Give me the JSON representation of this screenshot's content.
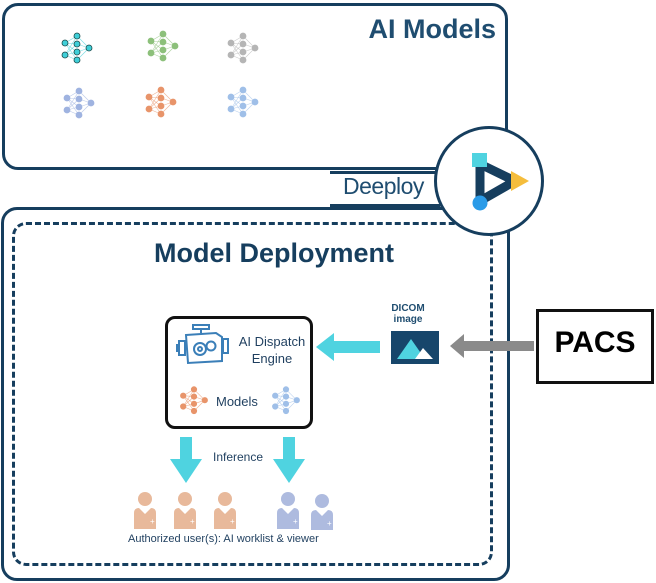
{
  "ai_models": {
    "title": "AI Models",
    "model_icons": [
      {
        "icon": "neural-network-icon",
        "color": "#3ecfd8"
      },
      {
        "icon": "neural-network-icon",
        "color": "#8cc07a"
      },
      {
        "icon": "neural-network-icon",
        "color": "#b5b5b5"
      },
      {
        "icon": "neural-network-icon",
        "color": "#9fb3e0"
      },
      {
        "icon": "neural-network-icon",
        "color": "#e8946a"
      },
      {
        "icon": "neural-network-icon",
        "color": "#9fbfe8"
      }
    ]
  },
  "deeploy": {
    "label": "Deeploy",
    "logo_icon": "deeploy-play-logo-icon",
    "logo_colors": {
      "frame": "#163e5e",
      "square": "#4fd3e0",
      "dot": "#2a9be8",
      "triangle": "#f5bd3c"
    }
  },
  "model_deployment": {
    "title": "Model Deployment",
    "engine": {
      "icon": "engine-gears-icon",
      "label_line1": "AI Dispatch",
      "label_line2": "Engine",
      "models_label": "Models"
    },
    "dicom": {
      "label_line1": "DICOM",
      "label_line2": "image",
      "icon": "image-mountain-icon"
    },
    "inference_label": "Inference",
    "users": [
      {
        "icon": "doctor-user-icon",
        "color": "#e8b99b"
      },
      {
        "icon": "doctor-user-icon",
        "color": "#e8b99b"
      },
      {
        "icon": "doctor-user-icon",
        "color": "#e8b99b"
      },
      {
        "icon": "doctor-user-icon",
        "color": "#aebbdf"
      },
      {
        "icon": "doctor-user-icon",
        "color": "#aebbdf"
      }
    ],
    "users_caption": "Authorized user(s): AI worklist & viewer"
  },
  "pacs": {
    "label": "PACS"
  },
  "colors": {
    "navy": "#163e5e",
    "cyan_arrow": "#4fd3e0",
    "gray_arrow": "#8a8a8a"
  }
}
